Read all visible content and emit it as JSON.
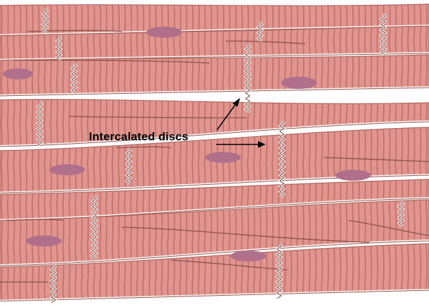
{
  "diagram": {
    "annotation": "Intercalated discs",
    "colors": {
      "fiber_fill": "#e1958e",
      "fiber_edge": "#b0655e",
      "striation": "#b96a64",
      "nucleus": "#b0708b",
      "gap": "#ffffff",
      "arrow": "#000000"
    },
    "icons": [
      "arrow-up-right",
      "arrow-right"
    ]
  }
}
